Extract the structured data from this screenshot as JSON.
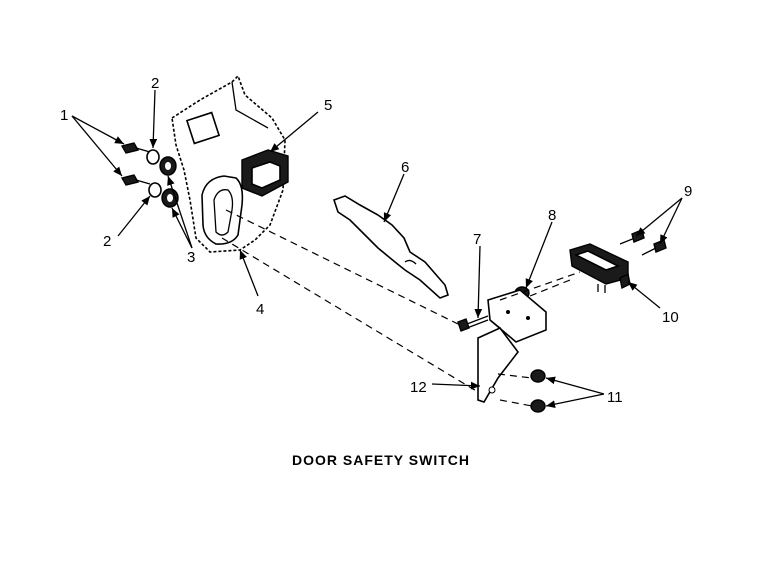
{
  "diagram": {
    "caption": "DOOR SAFETY SWITCH",
    "callouts": {
      "c1": "1",
      "c2a": "2",
      "c2b": "2",
      "c3": "3",
      "c4": "4",
      "c5": "5",
      "c6": "6",
      "c7": "7",
      "c8": "8",
      "c9": "9",
      "c10": "10",
      "c11": "11",
      "c12": "12"
    }
  }
}
